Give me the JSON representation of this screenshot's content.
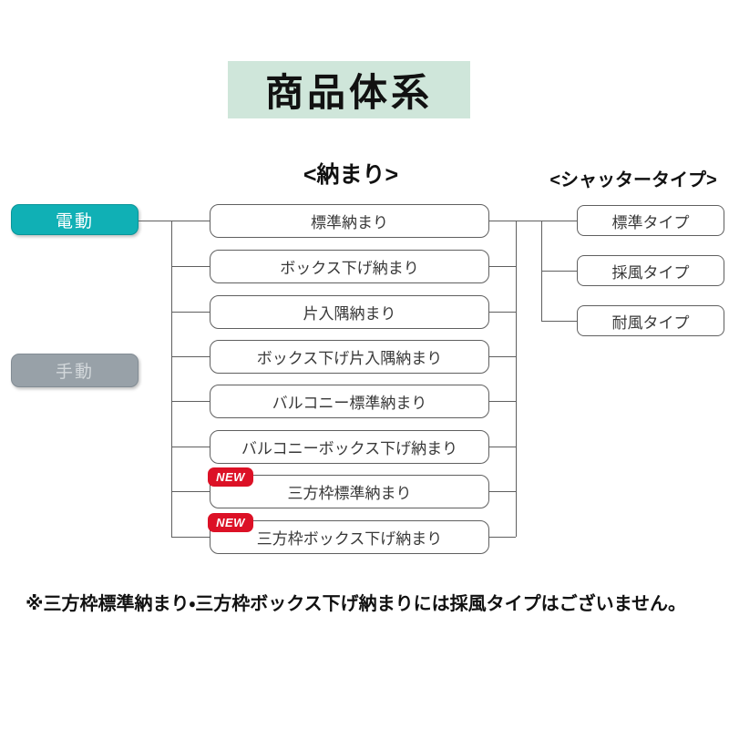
{
  "title": "商品体系",
  "headers": {
    "osamari": "<納まり>",
    "shutter": "<シャッタータイプ>"
  },
  "drive": {
    "electric": "電動",
    "manual": "手動"
  },
  "badge_label": "NEW",
  "osamari_items": [
    {
      "label": "標準納まり",
      "new": false
    },
    {
      "label": "ボックス下げ納まり",
      "new": false
    },
    {
      "label": "片入隅納まり",
      "new": false
    },
    {
      "label": "ボックス下げ片入隅納まり",
      "new": false
    },
    {
      "label": "バルコニー標準納まり",
      "new": false
    },
    {
      "label": "バルコニーボックス下げ納まり",
      "new": false
    },
    {
      "label": "三方枠標準納まり",
      "new": true
    },
    {
      "label": "三方枠ボックス下げ納まり",
      "new": true
    }
  ],
  "shutter_types": [
    {
      "label": "標準タイプ"
    },
    {
      "label": "採風タイプ"
    },
    {
      "label": "耐風タイプ"
    }
  ],
  "footnote": "※三方枠標準納まり・三方枠ボックス下げ納まりには採風タイプはございません。",
  "colors": {
    "title_bg": "#cfe6da",
    "electric": "#10b0b5",
    "manual": "#98a1a8",
    "badge": "#dc1126",
    "line": "#5f5f5f"
  }
}
